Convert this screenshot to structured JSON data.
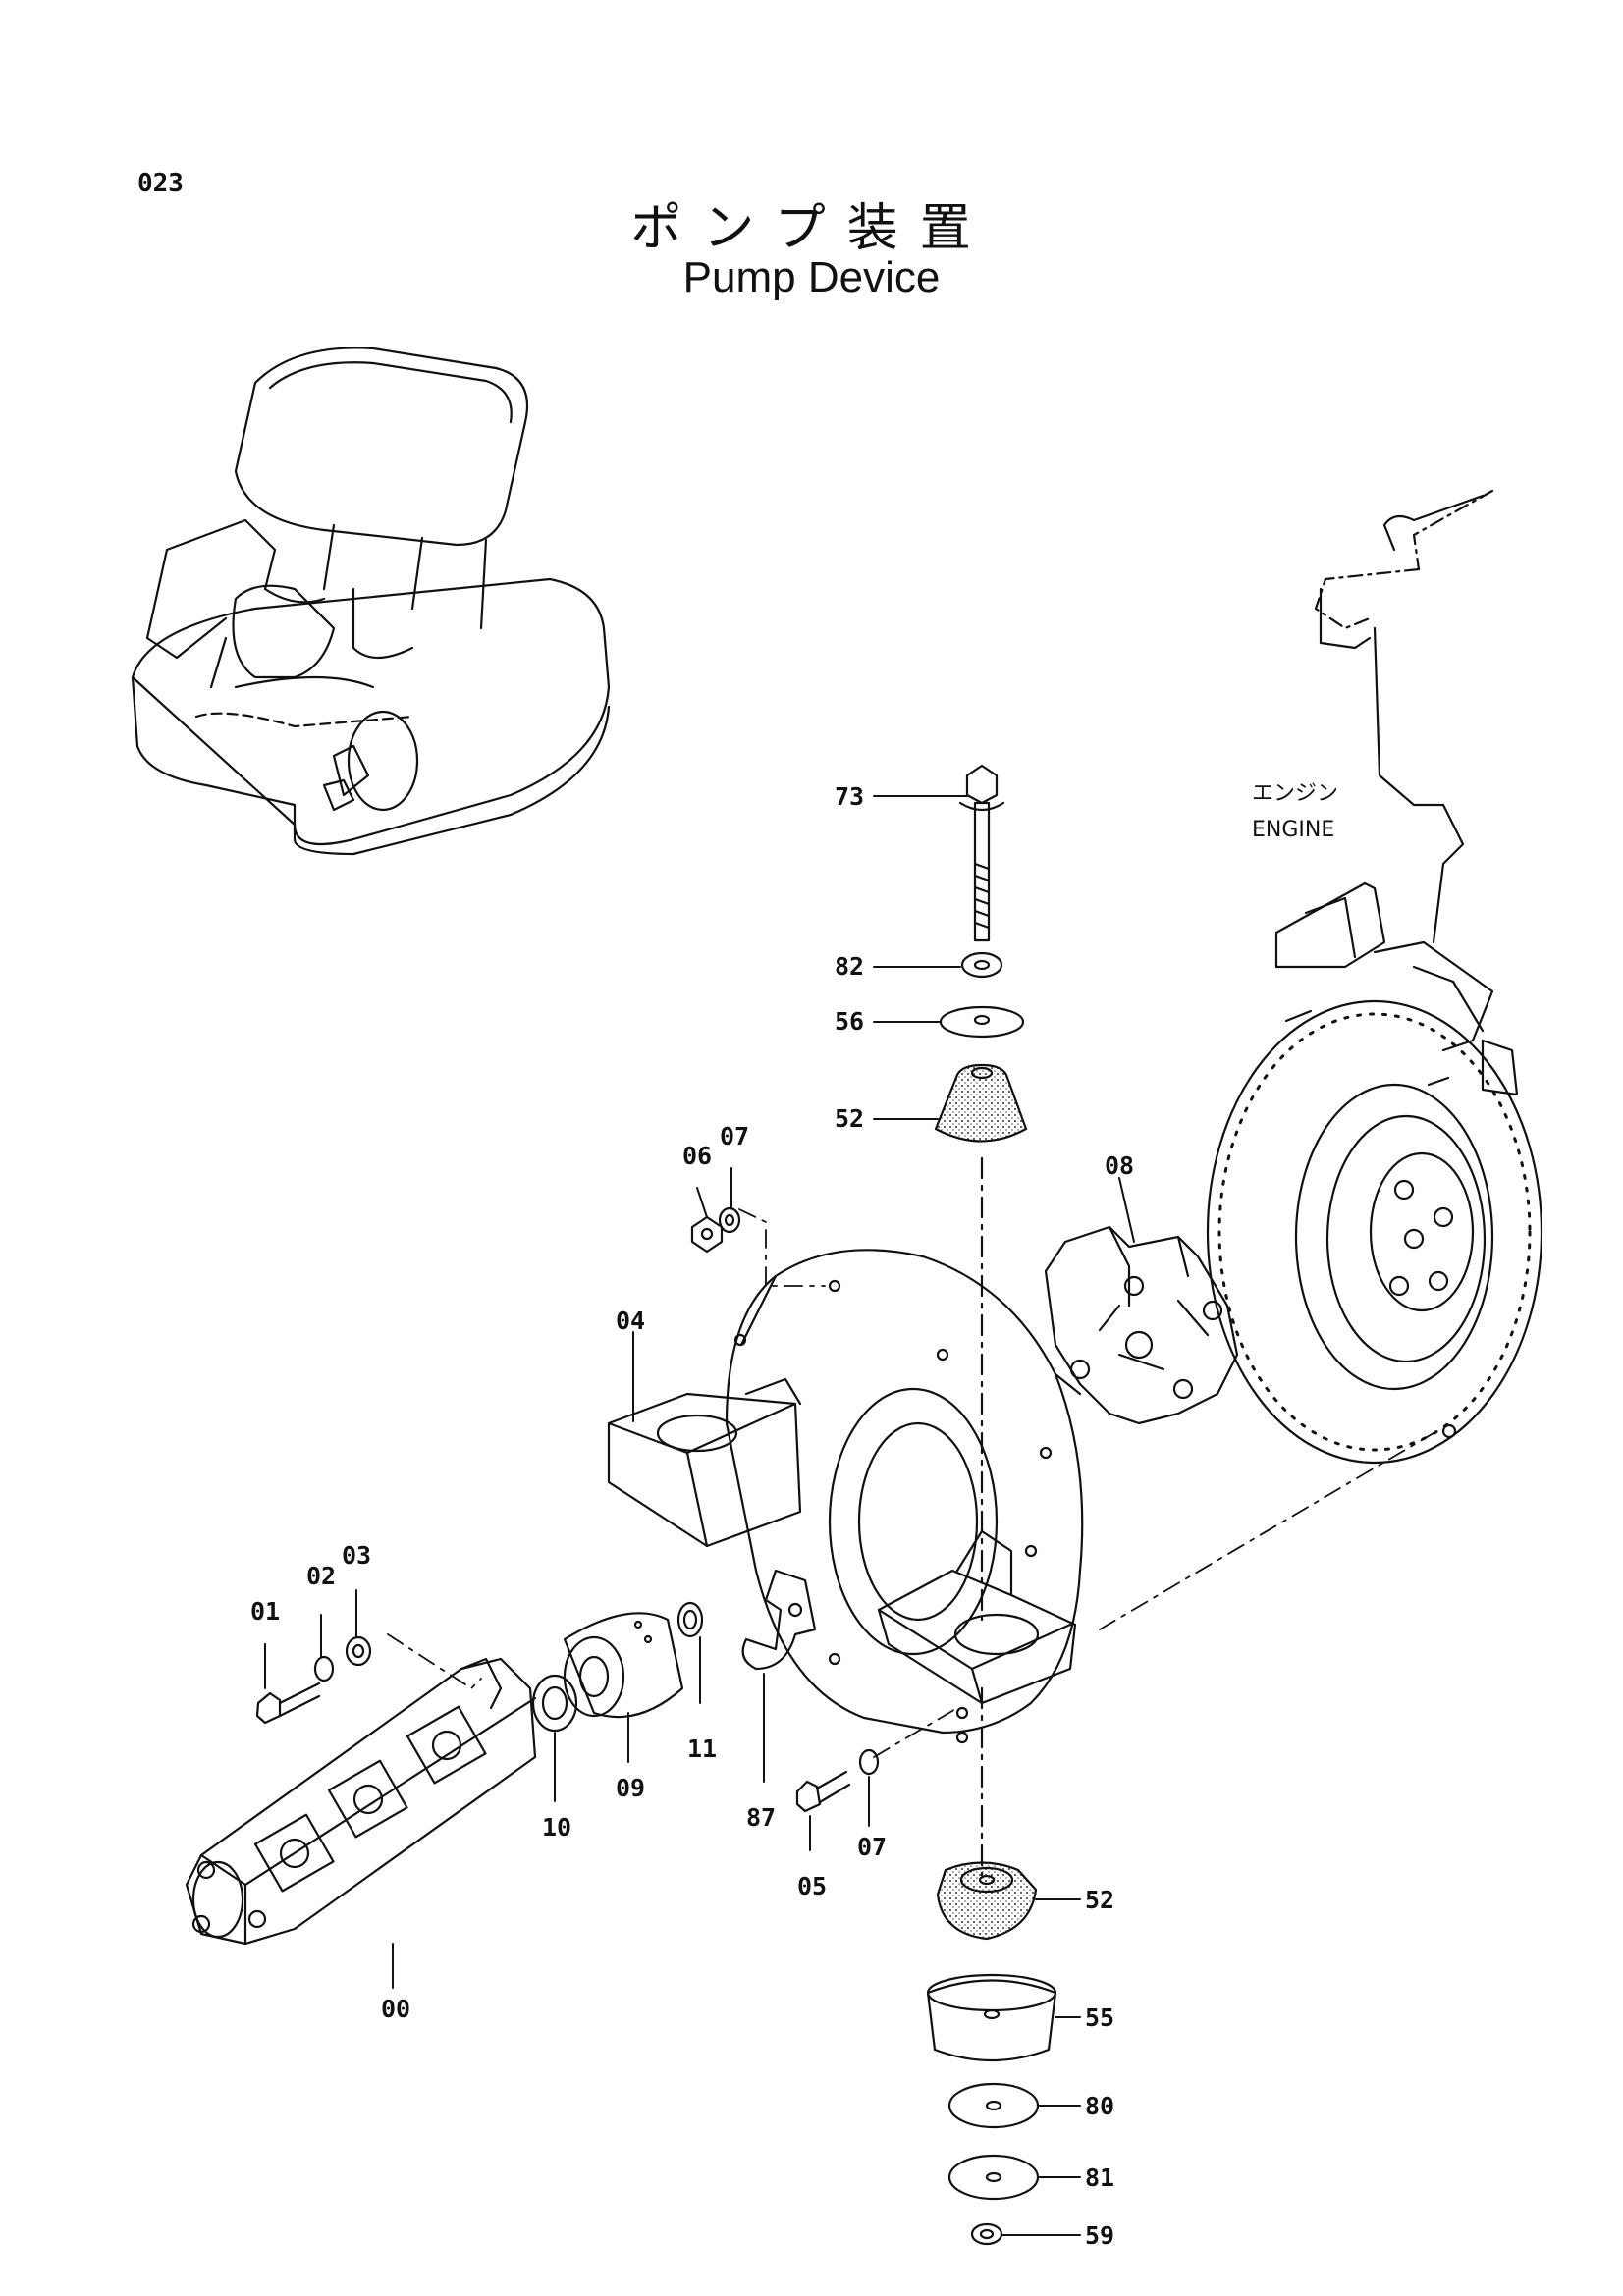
{
  "page_number": "023",
  "title_jp": "ポンプ装置",
  "title_en": "Pump Device",
  "engine_label_jp": "エンジン",
  "engine_label_en": "ENGINE",
  "callouts": {
    "p00": "00",
    "p01": "01",
    "p02": "02",
    "p03": "03",
    "p04": "04",
    "p05": "05",
    "p06": "06",
    "p07a": "07",
    "p07b": "07",
    "p08": "08",
    "p09": "09",
    "p10": "10",
    "p11": "11",
    "p52a": "52",
    "p52b": "52",
    "p55": "55",
    "p56": "56",
    "p59": "59",
    "p73": "73",
    "p80": "80",
    "p81": "81",
    "p82": "82",
    "p87": "87"
  }
}
